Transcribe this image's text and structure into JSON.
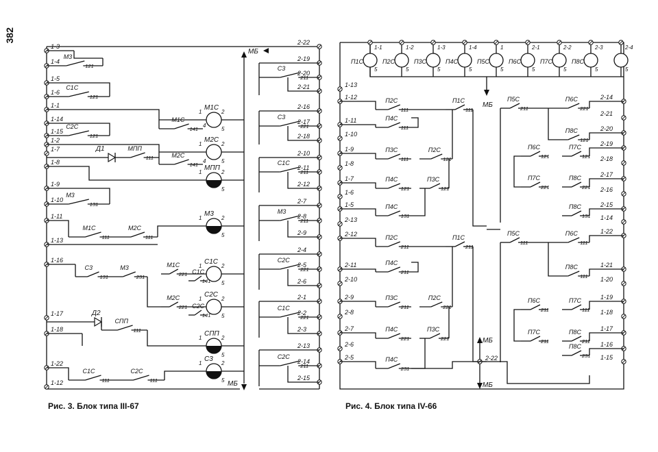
{
  "page_number": "382",
  "captions": {
    "fig3": "Рис. 3. Блок типа III-67",
    "fig4": "Рис. 4. Блок типа IV-66"
  },
  "fig3": {
    "left_terminals": [
      "1-3",
      "1-4",
      "1-5",
      "1-6",
      "1-1",
      "1-14",
      "1-15",
      "1-2",
      "1-7",
      "1-8",
      "1-9",
      "1-10",
      "1-11",
      "1-13",
      "1-16",
      "1-17",
      "1-18",
      "1-22",
      "1-12"
    ],
    "right_terminals": [
      "2-22",
      "2-19",
      "2-20",
      "2-21",
      "2-16",
      "2-17",
      "2-18",
      "2-10",
      "2-11",
      "2-12",
      "2-7",
      "2-8",
      "2-9",
      "2-4",
      "2-5",
      "2-6",
      "2-1",
      "2-2",
      "2-3",
      "2-13",
      "2-14",
      "2-15"
    ],
    "bus_top": "МБ",
    "bus_bottom": "МБ",
    "relays": [
      "М1С",
      "М2С",
      "МПП",
      "М3",
      "С1С",
      "С2С",
      "СПП",
      "С3"
    ],
    "coil_pins": [
      "1",
      "2",
      "4",
      "5"
    ],
    "diodes": [
      "Д1",
      "Д2"
    ],
    "contacts": [
      {
        "name": "М3",
        "code": "121"
      },
      {
        "name": "С1С",
        "code": "121"
      },
      {
        "name": "С2С",
        "code": "121"
      },
      {
        "name": "М1С",
        "code": "141"
      },
      {
        "name": "М2С",
        "code": "141"
      },
      {
        "name": "МПП",
        "code": "111"
      },
      {
        "name": "М3",
        "code": "131"
      },
      {
        "name": "М1С",
        "code": "111"
      },
      {
        "name": "М2С",
        "code": "111"
      },
      {
        "name": "С3",
        "code": "131"
      },
      {
        "name": "М3",
        "code": "231"
      },
      {
        "name": "М1С",
        "code": "221"
      },
      {
        "name": "С1С",
        "code": "141"
      },
      {
        "name": "М2С",
        "code": "221"
      },
      {
        "name": "С2С",
        "code": "141"
      },
      {
        "name": "СПП",
        "code": "111"
      },
      {
        "name": "С1С",
        "code": "111"
      },
      {
        "name": "С2С",
        "code": "111"
      }
    ],
    "right_contacts": [
      {
        "name": "С3",
        "code": "211"
      },
      {
        "name": "С3",
        "code": "221"
      },
      {
        "name": "С1С",
        "code": "211"
      },
      {
        "name": "М3",
        "code": "211"
      },
      {
        "name": "С2С",
        "code": "221"
      },
      {
        "name": "С1С",
        "code": "221"
      },
      {
        "name": "С2С",
        "code": "211"
      }
    ]
  },
  "fig4": {
    "top_relays": [
      {
        "name": "П1С",
        "pins": [
          "1-1",
          "5"
        ]
      },
      {
        "name": "П2С",
        "pins": [
          "1-2",
          "5"
        ]
      },
      {
        "name": "П3С",
        "pins": [
          "1-3",
          "5"
        ]
      },
      {
        "name": "П4С",
        "pins": [
          "1-4",
          "5"
        ]
      },
      {
        "name": "П5С",
        "pins": [
          "1",
          "5"
        ]
      },
      {
        "name": "П6С",
        "pins": [
          "2-1",
          "5"
        ]
      },
      {
        "name": "П7С",
        "pins": [
          "2-2",
          "5"
        ]
      },
      {
        "name": "П8С",
        "pins": [
          "2-3",
          "5"
        ]
      },
      {
        "name": "",
        "pins": [
          "2-4",
          "5"
        ]
      }
    ],
    "left_terminals": [
      "1-13",
      "1-12",
      "1-11",
      "1-10",
      "1-9",
      "1-8",
      "1-7",
      "1-6",
      "1-5",
      "2-13",
      "2-12",
      "2-11",
      "2-10",
      "2-9",
      "2-8",
      "2-7",
      "2-6",
      "2-5"
    ],
    "right_terminals": [
      "2-14",
      "2-21",
      "2-20",
      "2-19",
      "2-18",
      "2-17",
      "2-16",
      "2-15",
      "1-14",
      "1-22",
      "1-21",
      "1-20",
      "1-19",
      "1-18",
      "1-17",
      "1-16",
      "1-15"
    ],
    "bus_labels": [
      "МБ",
      "МБ",
      "МБ"
    ],
    "center_terminal": "2-22",
    "left_contacts_top": [
      {
        "name": "П2С",
        "code": "111"
      },
      {
        "name": "П1С",
        "code": "111"
      },
      {
        "name": "П4С",
        "code": "111"
      },
      {
        "name": "П3С",
        "code": "111"
      },
      {
        "name": "П2С",
        "code": "121"
      },
      {
        "name": "П4С",
        "code": "121"
      },
      {
        "name": "П3С",
        "code": "121"
      },
      {
        "name": "П4С",
        "code": "131"
      }
    ],
    "left_contacts_bottom": [
      {
        "name": "П2С",
        "code": "211"
      },
      {
        "name": "П1С",
        "code": "211"
      },
      {
        "name": "П4С",
        "code": "211"
      },
      {
        "name": "П3С",
        "code": "211"
      },
      {
        "name": "П2С",
        "code": "221"
      },
      {
        "name": "П4С",
        "code": "221"
      },
      {
        "name": "П3С",
        "code": "221"
      },
      {
        "name": "П4С",
        "code": "231"
      }
    ],
    "right_contacts_top": [
      {
        "name": "П5С",
        "code": "211"
      },
      {
        "name": "П6С",
        "code": "221"
      },
      {
        "name": "П8С",
        "code": "121"
      },
      {
        "name": "П6С",
        "code": "121"
      },
      {
        "name": "П7С",
        "code": "121"
      },
      {
        "name": "П7С",
        "code": "221"
      },
      {
        "name": "П8С",
        "code": "221"
      },
      {
        "name": "П8С",
        "code": "131"
      }
    ],
    "right_contacts_bottom": [
      {
        "name": "П5С",
        "code": "111"
      },
      {
        "name": "П6С",
        "code": "111"
      },
      {
        "name": "П8С",
        "code": "111"
      },
      {
        "name": "П6С",
        "code": "211"
      },
      {
        "name": "П7С",
        "code": "111"
      },
      {
        "name": "П7С",
        "code": "211"
      },
      {
        "name": "П8С",
        "code": "211"
      },
      {
        "name": "П8С",
        "code": "231"
      }
    ]
  }
}
